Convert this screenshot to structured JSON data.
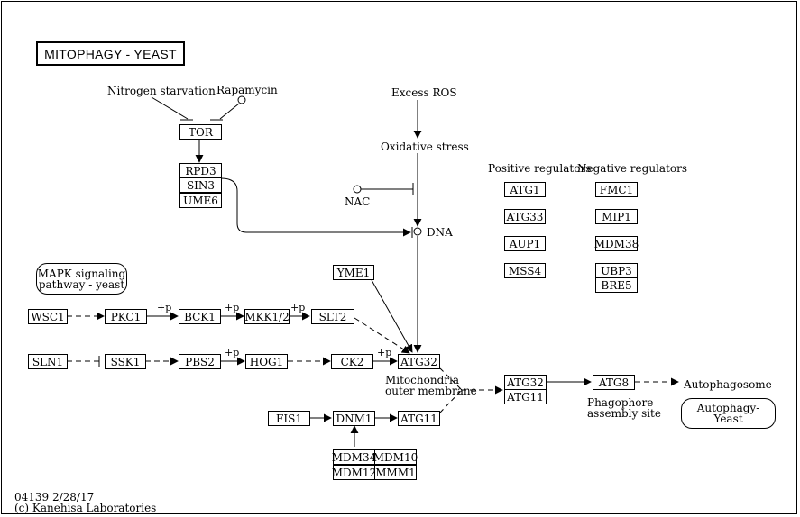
{
  "title": "MITOPHAGY  -  YEAST",
  "inputs": {
    "nitrogen_starvation": "Nitrogen starvation",
    "rapamycin": "Rapamycin",
    "excess_ros": "Excess ROS",
    "oxidative_stress": "Oxidative stress",
    "nac": "NAC",
    "dna": "DNA"
  },
  "genes": {
    "tor": "TOR",
    "rpd3": "RPD3",
    "sin3": "SIN3",
    "ume6": "UME6",
    "yme1": "YME1",
    "wsc1": "WSC1",
    "pkc1": "PKC1",
    "bck1": "BCK1",
    "mkk12": "MKK1/2",
    "slt2": "SLT2",
    "sln1": "SLN1",
    "ssk1": "SSK1",
    "pbs2": "PBS2",
    "hog1": "HOG1",
    "ck2": "CK2",
    "atg32": "ATG32",
    "fis1": "FIS1",
    "dnm1": "DNM1",
    "atg11": "ATG11",
    "mdm34": "MDM34",
    "mdm10": "MDM10",
    "mdm12": "MDM12",
    "mmm1": "MMM1",
    "complex_atg32": "ATG32",
    "complex_atg11": "ATG11",
    "atg8": "ATG8"
  },
  "regulators": {
    "positive_header": "Positive regulators",
    "negative_header": "Negative regulators",
    "positive": [
      "ATG1",
      "ATG33",
      "AUP1",
      "MSS4"
    ],
    "negative": [
      "FMC1",
      "MIP1",
      "MDM38",
      "UBP3",
      "BRE5"
    ]
  },
  "pathways": {
    "mapk_line1": "MAPK signaling",
    "mapk_line2": "pathway - yeast",
    "autophagy_line1": "Autophagy-",
    "autophagy_line2": "Yeast"
  },
  "labels": {
    "mito_line1": "Mitochondria",
    "mito_line2": "outer membrane",
    "phago_line1": "Phagophore",
    "phago_line2": "assembly site",
    "autophagosome": "Autophagosome",
    "plus_p": "+p"
  },
  "footer": {
    "line1": "04139 2/28/17",
    "line2": "(c) Kanehisa Laboratories"
  }
}
